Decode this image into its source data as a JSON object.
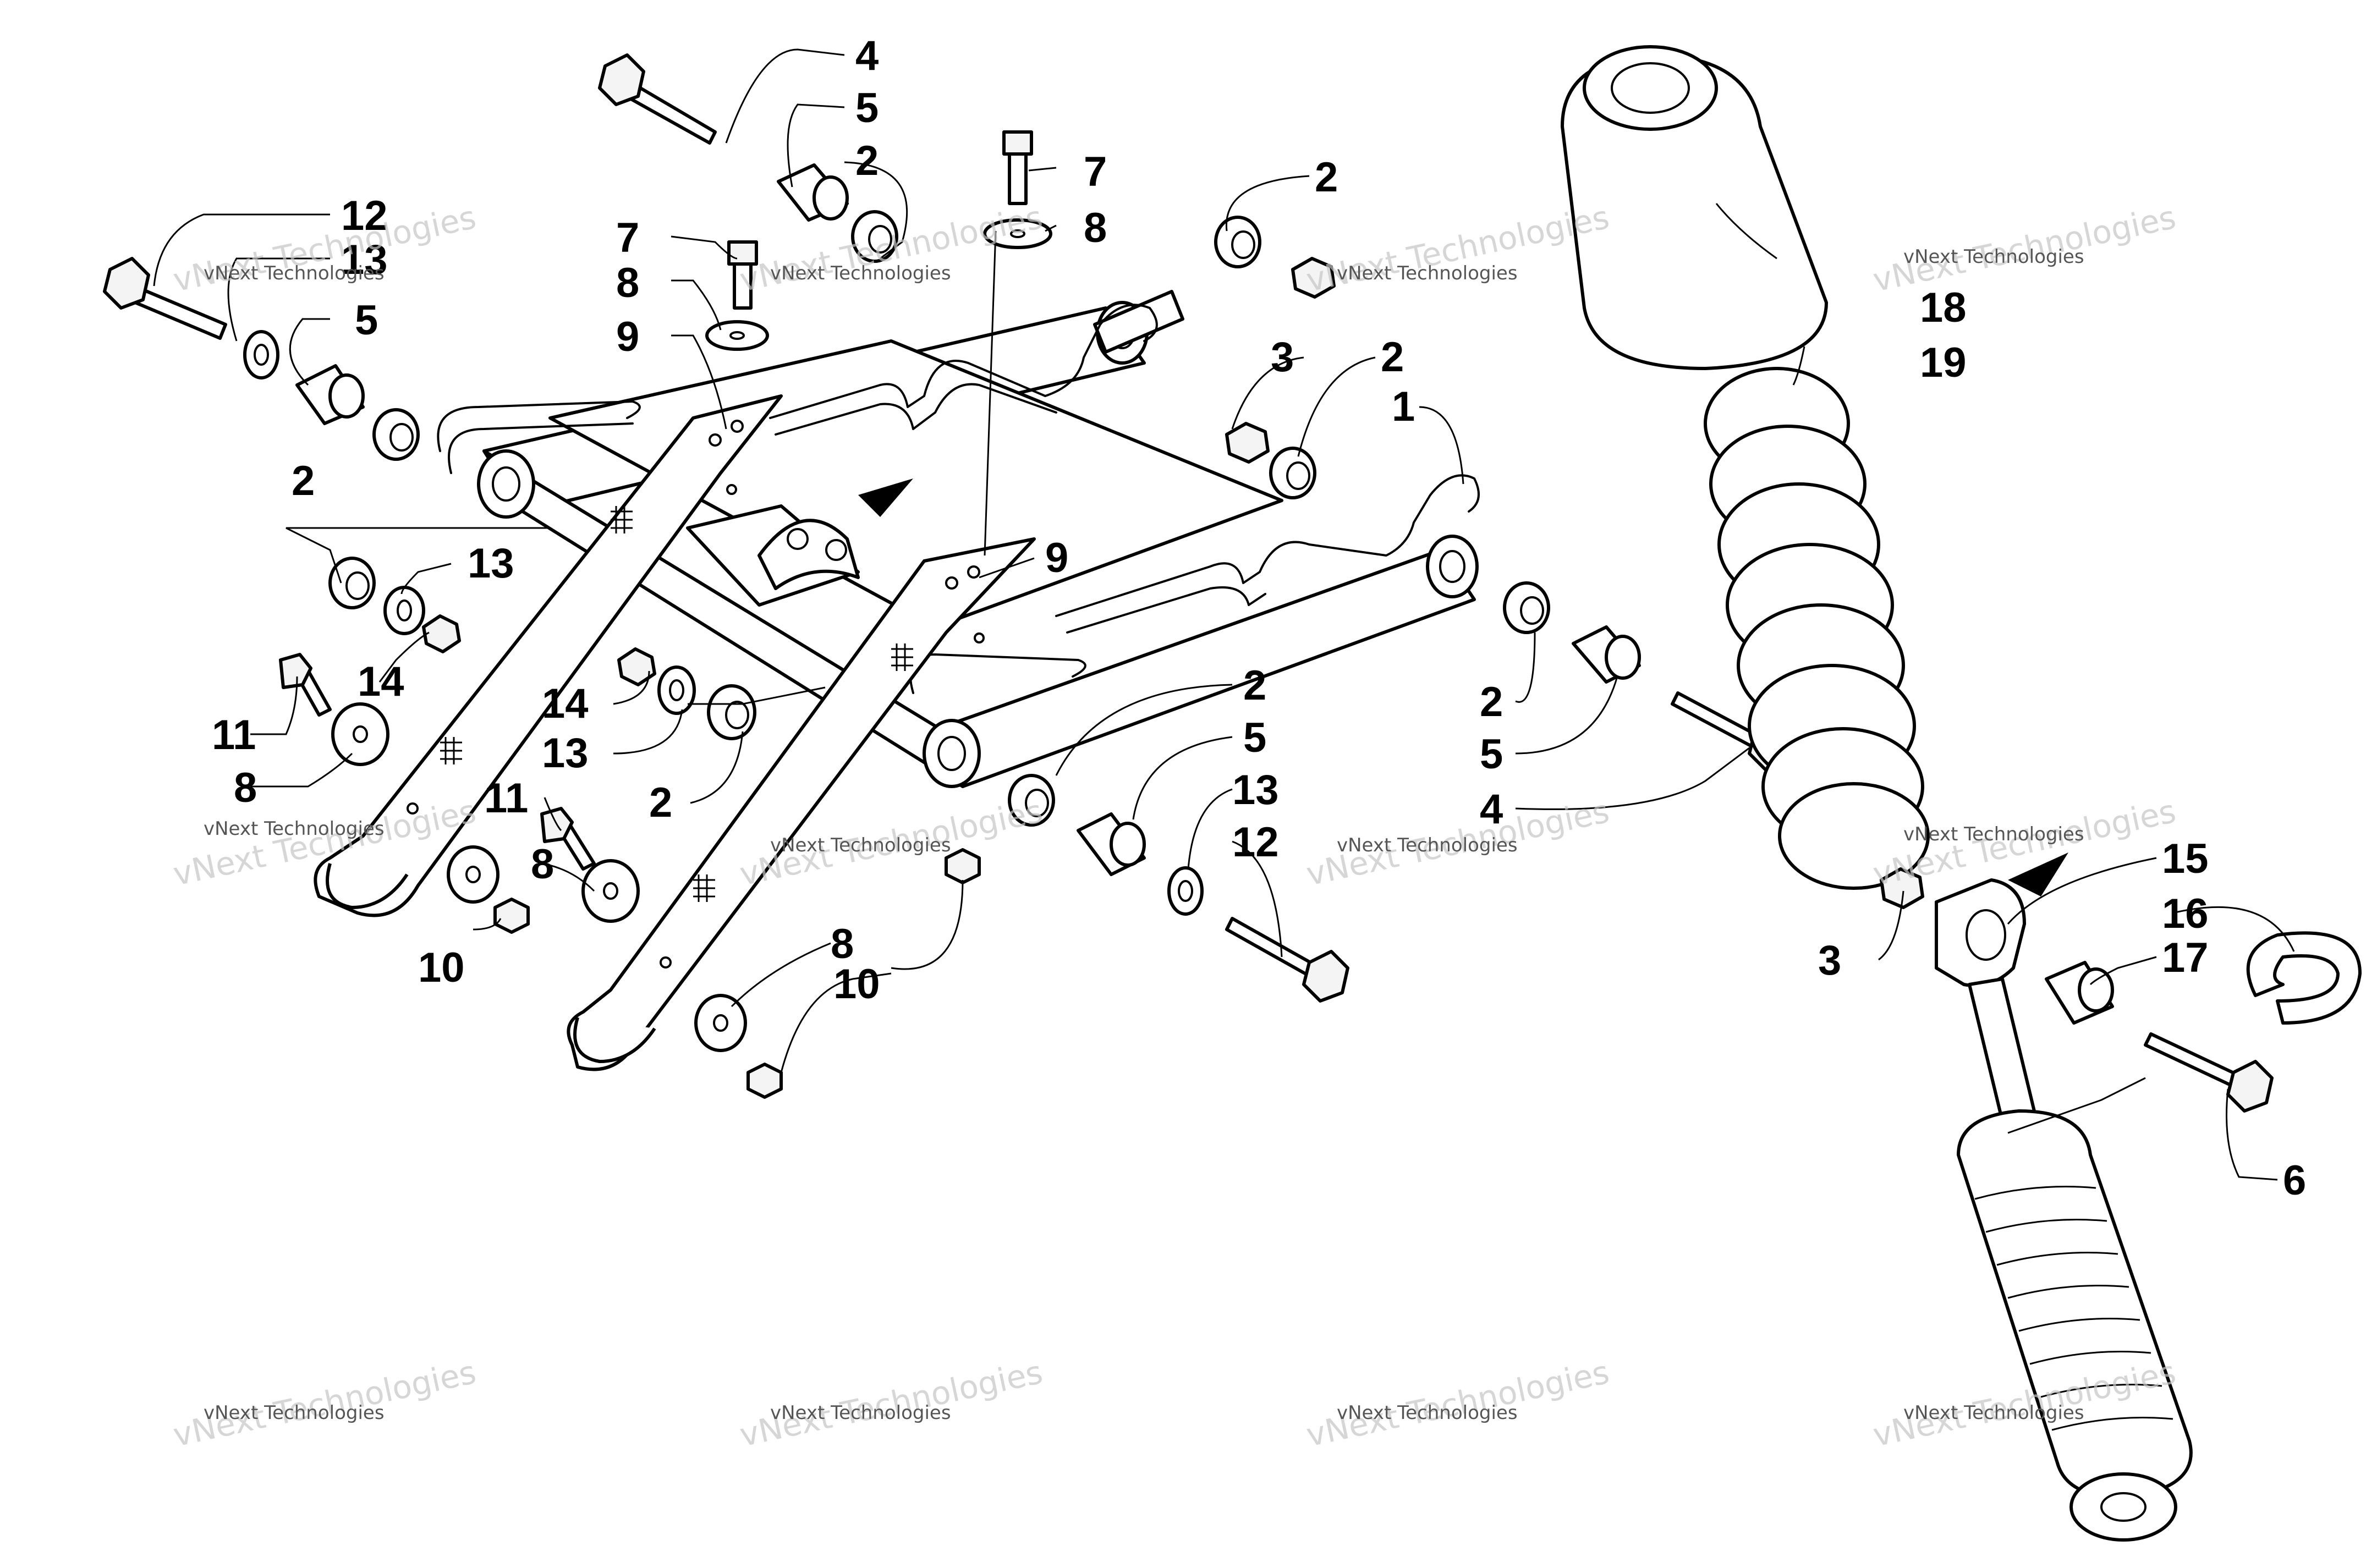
{
  "diagram": {
    "callouts": [
      {
        "n": "4"
      },
      {
        "n": "5"
      },
      {
        "n": "2"
      },
      {
        "n": "7"
      },
      {
        "n": "8"
      },
      {
        "n": "2"
      },
      {
        "n": "12"
      },
      {
        "n": "13"
      },
      {
        "n": "5"
      },
      {
        "n": "7"
      },
      {
        "n": "8"
      },
      {
        "n": "9"
      },
      {
        "n": "3"
      },
      {
        "n": "2"
      },
      {
        "n": "1"
      },
      {
        "n": "18"
      },
      {
        "n": "19"
      },
      {
        "n": "2"
      },
      {
        "n": "13"
      },
      {
        "n": "14"
      },
      {
        "n": "11"
      },
      {
        "n": "8"
      },
      {
        "n": "9"
      },
      {
        "n": "14"
      },
      {
        "n": "13"
      },
      {
        "n": "2"
      },
      {
        "n": "2"
      },
      {
        "n": "5"
      },
      {
        "n": "13"
      },
      {
        "n": "12"
      },
      {
        "n": "2"
      },
      {
        "n": "5"
      },
      {
        "n": "4"
      },
      {
        "n": "11"
      },
      {
        "n": "8"
      },
      {
        "n": "10"
      },
      {
        "n": "8"
      },
      {
        "n": "10"
      },
      {
        "n": "15"
      },
      {
        "n": "16"
      },
      {
        "n": "17"
      },
      {
        "n": "3"
      },
      {
        "n": "6"
      }
    ],
    "watermark": {
      "line1": "vNext Technologies",
      "line2": "vNext Technologies"
    }
  }
}
